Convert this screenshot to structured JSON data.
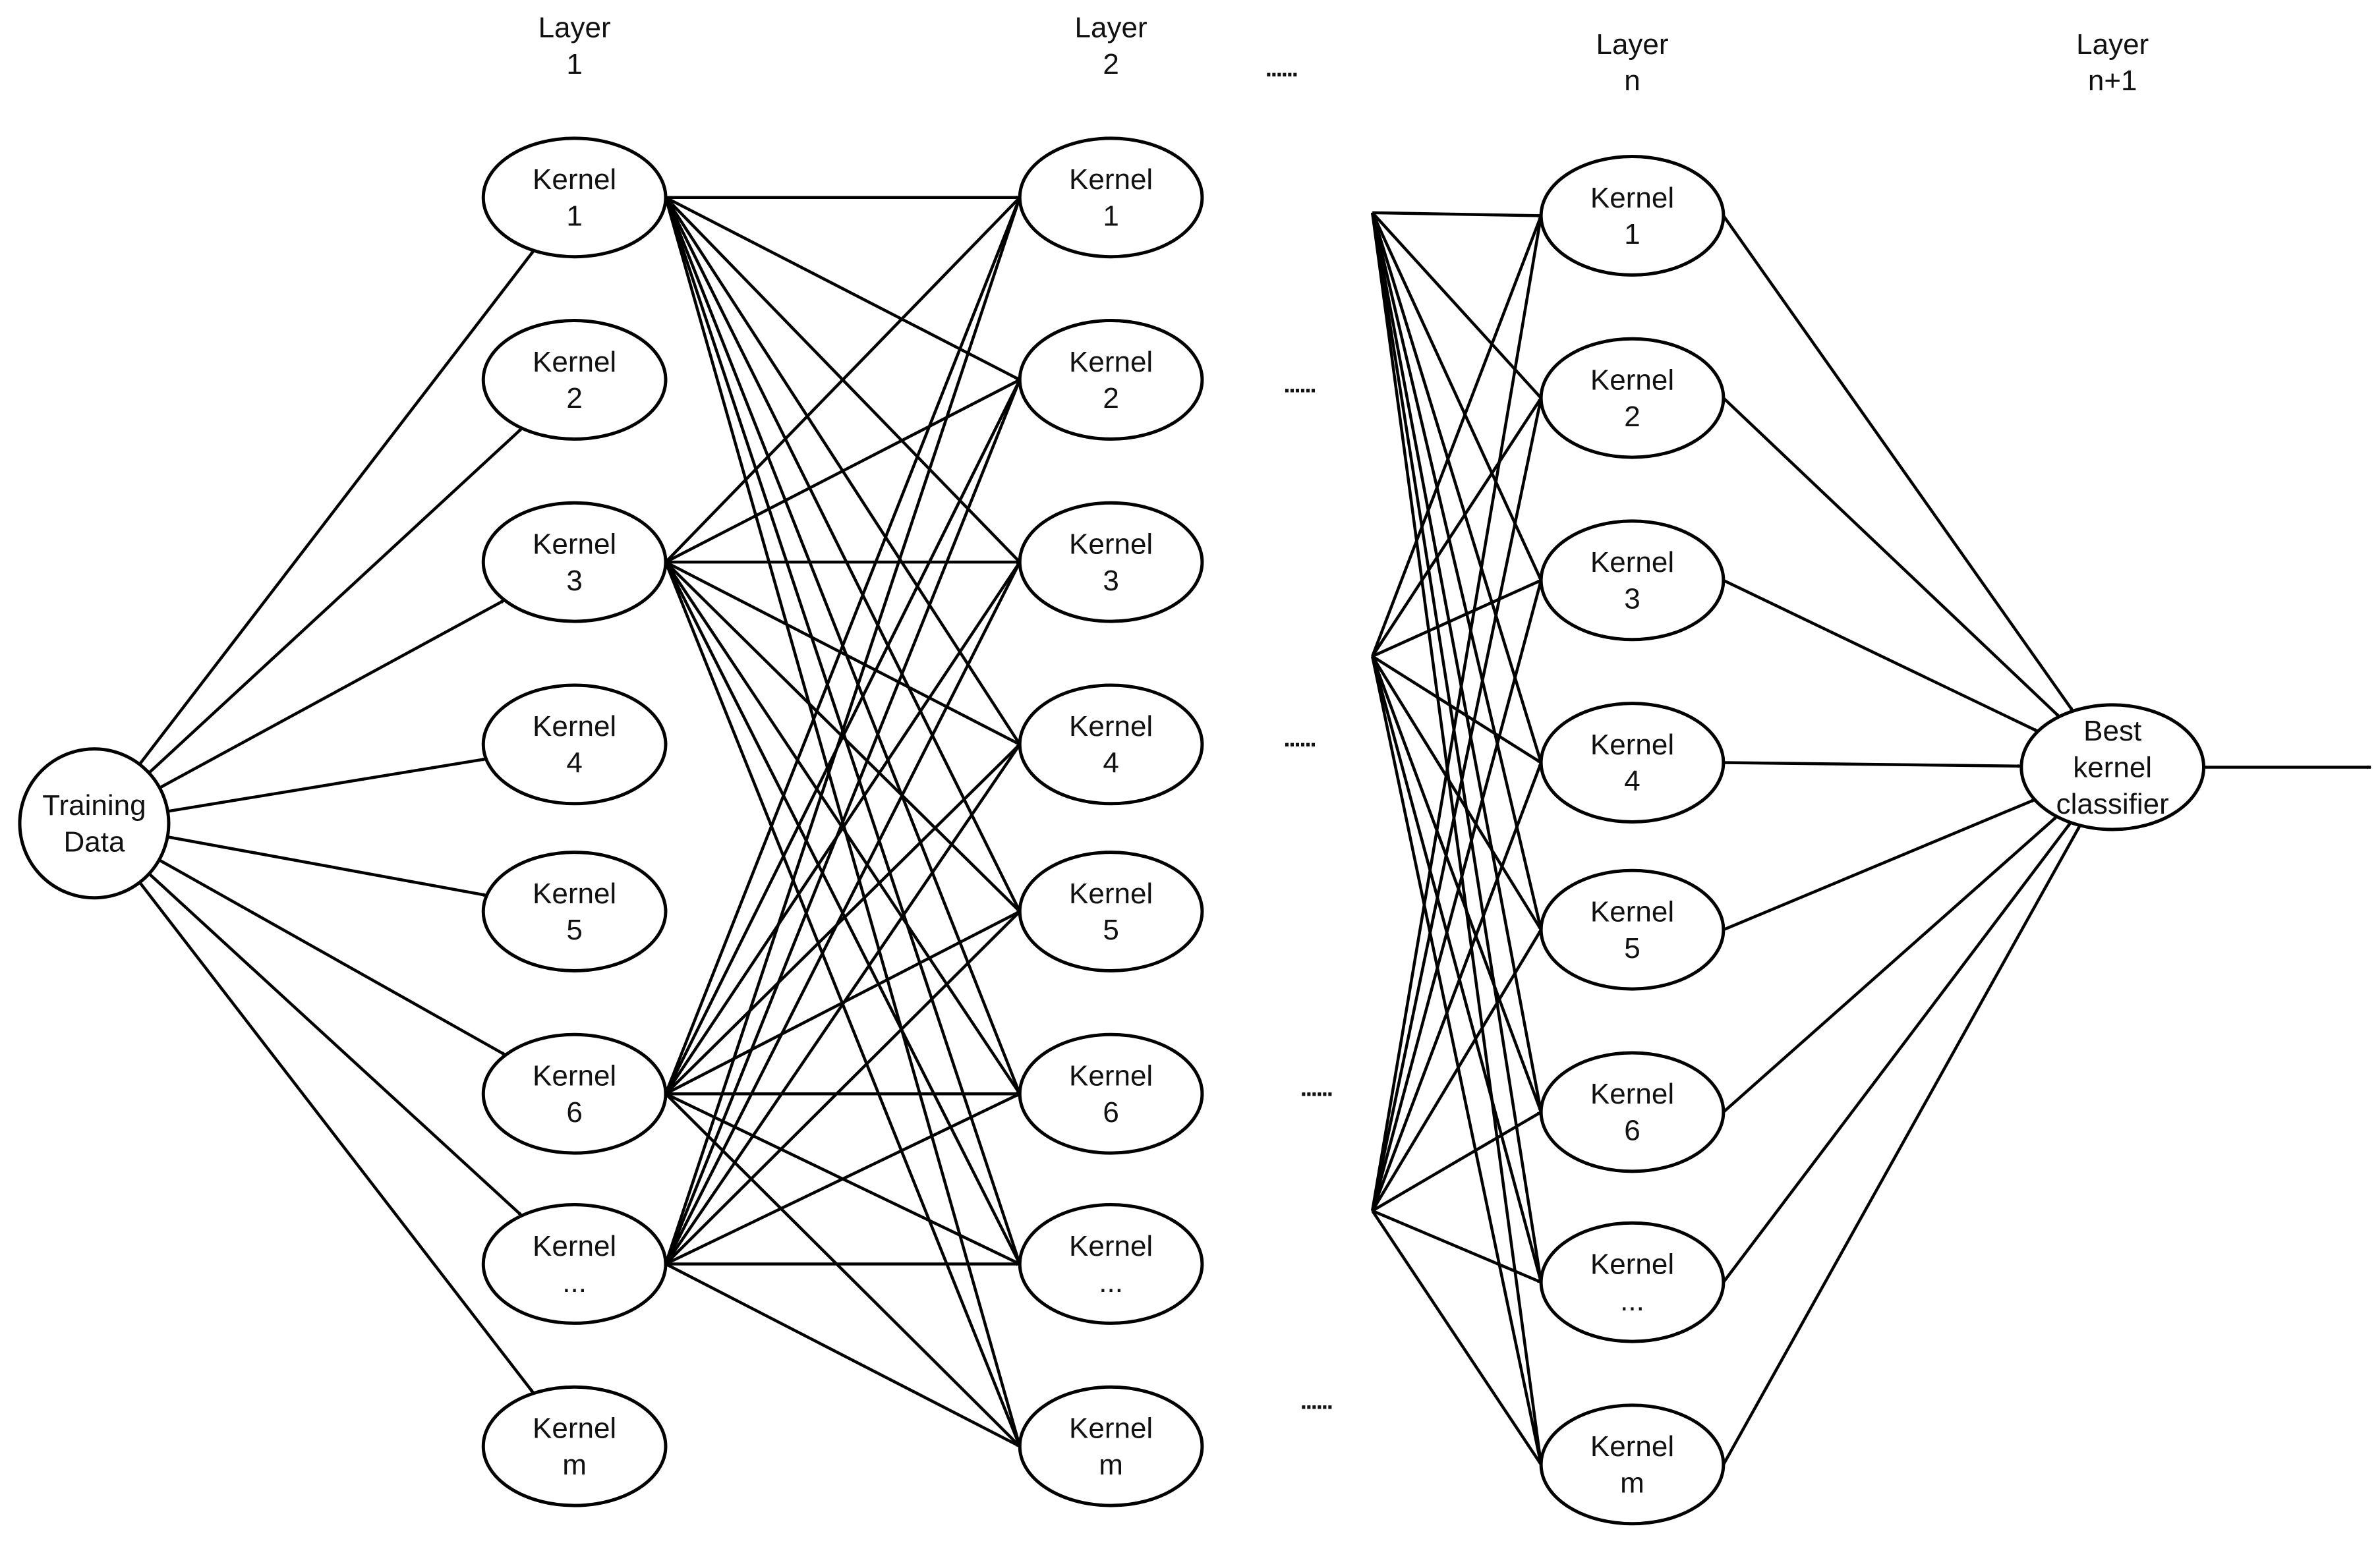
{
  "layers": [
    {
      "label1": "Layer",
      "label2": "1"
    },
    {
      "label1": "Layer",
      "label2": "2"
    },
    {
      "label1": "Layer",
      "label2": "n"
    },
    {
      "label1": "Layer",
      "label2": "n+1"
    }
  ],
  "input_node": {
    "line1": "Training",
    "line2": "Data"
  },
  "kernel_word": "Kernel",
  "kernel_indices": [
    "1",
    "2",
    "3",
    "4",
    "5",
    "6",
    "...",
    "m"
  ],
  "output_node": {
    "line1": "Best",
    "line2": "kernel",
    "line3": "classifier"
  },
  "ellipsis": "......",
  "colors": {
    "stroke": "#000000",
    "text": "#111111",
    "background": "#ffffff"
  }
}
